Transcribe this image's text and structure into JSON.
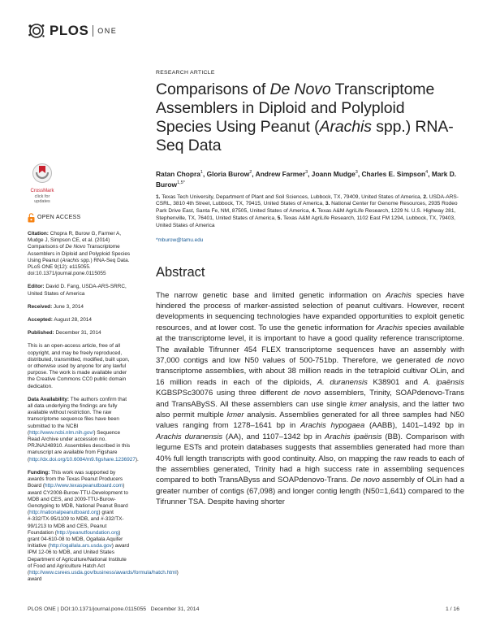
{
  "header": {
    "logo_main": "PLOS",
    "logo_sub": "ONE"
  },
  "crossmark": {
    "label": "CrossMark",
    "sublabel": "click for updates"
  },
  "sidebar": {
    "open_access": "OPEN ACCESS",
    "citation_label": "Citation:",
    "citation_text_1": "Chopra R, Burow G, Farmer A, Mudge J, Simpson CE, et al. (2014) Comparisons of ",
    "citation_italic": "De Novo",
    "citation_text_2": " Transcriptome Assemblers in Diploid and Polyploid Species Using Peanut (",
    "citation_italic_2": "Arachis",
    "citation_text_3": " spp.) RNA-Seq Data. PLoS ONE 9(12): e115055. doi:10.1371/journal.pone.0115055",
    "editor_label": "Editor:",
    "editor_text": "David D. Fang, USDA-ARS-SRRC, United States of America",
    "received_label": "Received:",
    "received_text": "June 3, 2014",
    "accepted_label": "Accepted:",
    "accepted_text": "August 28, 2014",
    "published_label": "Published:",
    "published_text": "December 31, 2014",
    "license_text": "This is an open-access article, free of all copyright, and may be freely reproduced, distributed, transmitted, modified, built upon, or otherwise used by anyone for any lawful purpose. The work is made available under the Creative Commons CC0 public domain dedication.",
    "data_label": "Data Availability:",
    "data_text_1": "The authors confirm that all data underlying the findings are fully available without restriction. The raw transcriptome sequence files have been submitted to the NCBI (",
    "data_link_1": "http://www.ncbi.nlm.nih.gov/",
    "data_text_2": ") Sequence Read Archive under accession no. PRJNA248910. Assemblies described in this manuscript are available from Figshare (",
    "data_link_2": "http://dx.doi.org/10.6084/m9.figshare.1236927",
    "data_text_3": ").",
    "funding_label": "Funding:",
    "funding_text_1": "This work was supported by awards from the Texas Peanut Producers Board (",
    "funding_link_1": "http://www.texaspeanutboard.com",
    "funding_text_2": ") award CY2008-Burow-TTU-Development to MDB and CES, and 2009-TTU-Burow-Genotyping to MDB, National Peanut Board (",
    "funding_link_2": "http://nationalpeanutboard.org",
    "funding_text_3": ") grant #-332/TX-95/1109 to MDB, and #-332/TX-99/1213 to MDB and CES, Peanut Foundation (",
    "funding_link_3": "http://peanutfoundation.org",
    "funding_text_4": ") grant 04-610-08 to MDB, Ogallala Aquifer Initiative (",
    "funding_link_4": "http://ogallala.ars.usda.gov",
    "funding_text_5": ") award IPM 12-06 to MDB, and United States Department of Agriculture/National Institute of Food and Agriculture Hatch Act (",
    "funding_link_5": "http://www.csrees.usda.gov/business/awards/formula/hatch.html",
    "funding_text_6": ") award"
  },
  "article": {
    "type": "RESEARCH ARTICLE",
    "title_1": "Comparisons of ",
    "title_italic_1": "De Novo",
    "title_2": " Transcriptome Assemblers in Diploid and Polyploid Species Using Peanut (",
    "title_italic_2": "Arachis",
    "title_3": " spp.) RNA-Seq Data",
    "authors": [
      {
        "name": "Ratan Chopra",
        "sup": "1",
        "sep": ", "
      },
      {
        "name": "Gloria Burow",
        "sup": "2",
        "sep": ", "
      },
      {
        "name": "Andrew Farmer",
        "sup": "3",
        "sep": ", "
      },
      {
        "name": "Joann Mudge",
        "sup": "3",
        "sep": ", "
      },
      {
        "name": "Charles E. Simpson",
        "sup": "4",
        "sep": ", "
      },
      {
        "name": "Mark D. Burow",
        "sup": "1,5*",
        "sep": ""
      }
    ],
    "affiliations": [
      {
        "num": "1.",
        "text": " Texas Tech University, Department of Plant and Soil Sciences, Lubbock, TX, 79409, United States of America, "
      },
      {
        "num": "2.",
        "text": " USDA-ARS-CSRL, 3810 4th Street, Lubbock, TX, 79415, United States of America, "
      },
      {
        "num": "3.",
        "text": " National Center for Genome Resources, 2935 Rodeo Park Drive East, Santa Fe, NM, 87505, United States of America, "
      },
      {
        "num": "4.",
        "text": " Texas A&M AgriLife Research, 1229 N. U.S. Highway 281, Stephenville, TX, 76401, United States of America, "
      },
      {
        "num": "5.",
        "text": " Texas A&M AgriLife Research, 1102 East FM 1294, Lubbock, TX, 79403, United States of America"
      }
    ],
    "email": "*mburow@tamu.edu",
    "abstract_heading": "Abstract",
    "abstract": [
      {
        "t": "The narrow genetic base and limited genetic information on "
      },
      {
        "i": "Arachis"
      },
      {
        "t": " species have hindered the process of marker-assisted selection of peanut cultivars. However, recent developments in sequencing technologies have expanded opportunities to exploit genetic resources, and at lower cost. To use the genetic information for "
      },
      {
        "i": "Arachis"
      },
      {
        "t": " species available at the transcriptome level, it is important to have a good quality reference transcriptome. The available Tifrunner 454 FLEX transcriptome sequences have an assembly with 37,000 contigs and low N50 values of 500-751bp. Therefore, we generated "
      },
      {
        "i": "de novo"
      },
      {
        "t": " transcriptome assemblies, with about 38 million reads in the tetraploid cultivar OLin, and 16 million reads in each of the diploids, "
      },
      {
        "i": "A. duranensis"
      },
      {
        "t": " K38901 and "
      },
      {
        "i": "A. ipaënsis"
      },
      {
        "t": " KGBSPSc30076 using three different "
      },
      {
        "i": "de novo"
      },
      {
        "t": " assemblers, Trinity, SOAPdenovo-Trans and TransABySS. All these assemblers can use single "
      },
      {
        "i": "kmer"
      },
      {
        "t": " analysis, and the latter two also permit multiple "
      },
      {
        "i": "kmer"
      },
      {
        "t": " analysis. Assemblies generated for all three samples had N50 values ranging from 1278–1641 bp in "
      },
      {
        "i": "Arachis hypogaea"
      },
      {
        "t": " (AABB), 1401–1492 bp in "
      },
      {
        "i": "Arachis duranensis"
      },
      {
        "t": " (AA), and 1107–1342 bp in "
      },
      {
        "i": "Arachis ipaënsis"
      },
      {
        "t": " (BB). Comparison with legume ESTs and protein databases suggests that assemblies generated had more than 40% full length transcripts with good continuity. Also, on mapping the raw reads to each of the assemblies generated, Trinity had a high success rate in assembling sequences compared to both TransAByss and SOAPdenovo-Trans. "
      },
      {
        "i": "De novo"
      },
      {
        "t": " assembly of OLin had a greater number of contigs (67,098) and longer contig length (N50=1,641) compared to the Tifrunner TSA. Despite having shorter"
      }
    ]
  },
  "footer": {
    "journal": "PLOS ONE",
    "sep": " | ",
    "doi": "DOI:10.1371/journal.pone.0115055",
    "date": "December 31, 2014",
    "page": "1 / 16"
  },
  "colors": {
    "link": "#1a5c96",
    "crossmark_red": "#c8202e",
    "text": "#222222"
  },
  "icons": {
    "logo": "plos-logo-icon",
    "crossmark": "crossmark-icon",
    "open_access": "open-access-lock-icon"
  }
}
